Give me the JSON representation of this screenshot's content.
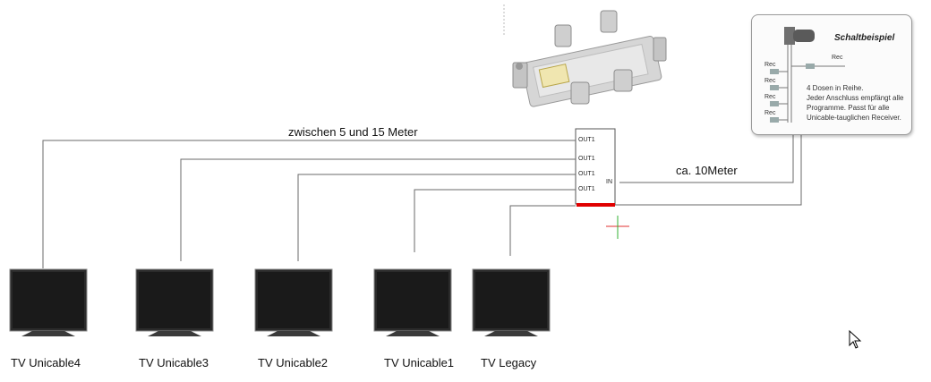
{
  "diagram": {
    "distance_label": "zwischen 5 und 15 Meter",
    "in_distance_label": "ca. 10Meter",
    "splitter": {
      "outputs": [
        "OUT1",
        "OUT1",
        "OUT1",
        "OUT1"
      ],
      "input": "IN"
    },
    "tvs": [
      "TV Unicable4",
      "TV Unicable3",
      "TV Unicable2",
      "TV Unicable1",
      "TV Legacy"
    ],
    "inset": {
      "title": "Schaltbeispiel",
      "rec_label": "Rec",
      "lines": [
        "4 Dosen in Reihe.",
        "Jeder Anschluss empfängt alle",
        "Programme. Passt für alle",
        "Unicable-tauglichen Receiver."
      ]
    },
    "colors": {
      "wire": "#6a6a6a",
      "highlight": "#e00000",
      "crosshair_h": "#e03030",
      "crosshair_v": "#30b030"
    }
  }
}
